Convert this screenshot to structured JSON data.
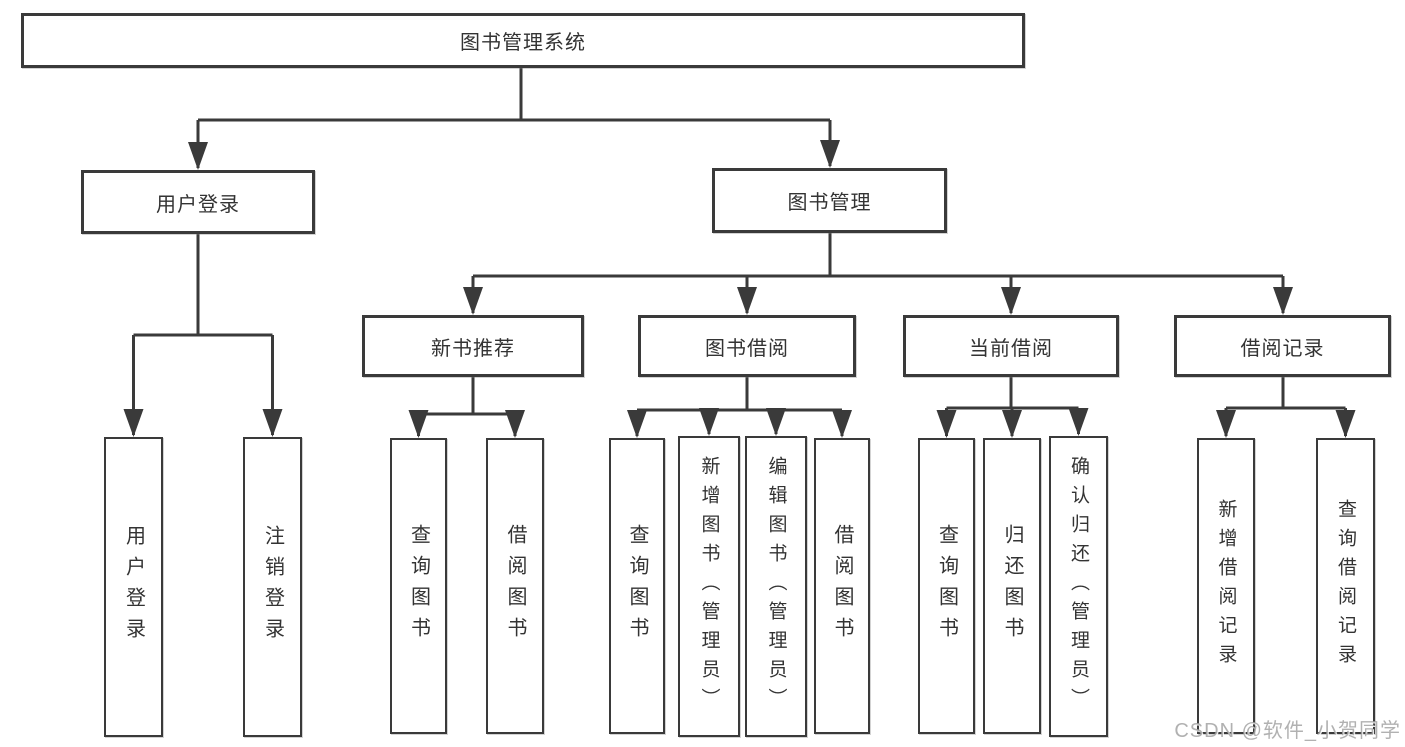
{
  "colors": {
    "line": "#3a3a3a",
    "text": "#333333",
    "background": "#ffffff",
    "watermark": "#a3a3a3"
  },
  "nodes": {
    "root": {
      "label": "图书管理系统"
    },
    "user_login": {
      "label": "用户登录"
    },
    "book_management": {
      "label": "图书管理"
    },
    "recommend": {
      "label": "新书推荐"
    },
    "borrow": {
      "label": "图书借阅"
    },
    "current": {
      "label": "当前借阅"
    },
    "records": {
      "label": "借阅记录"
    },
    "login_leaf": {
      "label": "用户登录"
    },
    "logout_leaf": {
      "label": "注销登录"
    },
    "recommend_query": {
      "label": "查询图书"
    },
    "recommend_borrow": {
      "label": "借阅图书"
    },
    "borrow_query": {
      "label": "查询图书"
    },
    "borrow_add": {
      "label": "新增图书（管理员）"
    },
    "borrow_edit": {
      "label": "编辑图书（管理员）"
    },
    "borrow_lend": {
      "label": "借阅图书"
    },
    "current_query": {
      "label": "查询图书"
    },
    "current_return": {
      "label": "归还图书"
    },
    "current_confirm": {
      "label": "确认归还（管理员）"
    },
    "records_add": {
      "label": "新增借阅记录"
    },
    "records_query": {
      "label": "查询借阅记录"
    }
  },
  "watermark": {
    "text": "CSDN @软件_小贺同学"
  }
}
